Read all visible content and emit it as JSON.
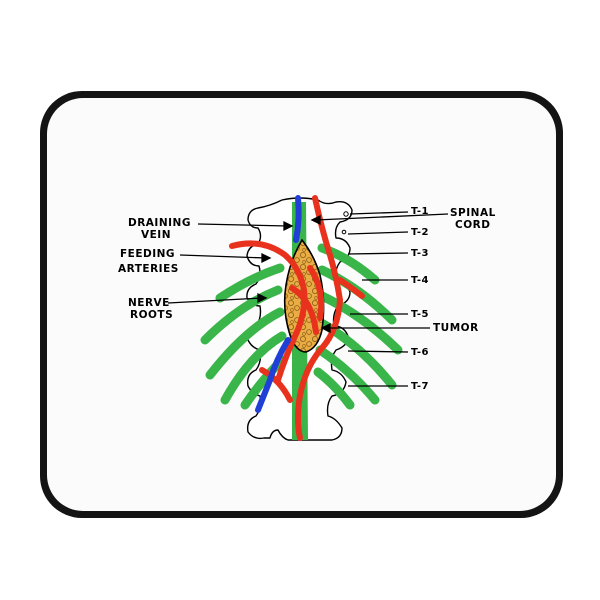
{
  "colors": {
    "mat_border": "#141414",
    "mat_surface": "#fbfbfb",
    "ink": "#000000",
    "nerve": "#3ab54a",
    "artery": "#e8321e",
    "vein": "#1f3fd6",
    "tumor": "#e4a63c"
  },
  "labels": {
    "draining_vein": [
      "DRAINING",
      "VEIN"
    ],
    "feeding_arteries": [
      "FEEDING",
      "ARTERIES"
    ],
    "nerve_roots": [
      "NERVE",
      "ROOTS"
    ],
    "spinal_cord": [
      "SPINAL",
      "CORD"
    ],
    "tumor": "TUMOR"
  },
  "vertebrae": [
    "T-1",
    "T-2",
    "T-3",
    "T-4",
    "T-5",
    "T-6",
    "T-7"
  ]
}
